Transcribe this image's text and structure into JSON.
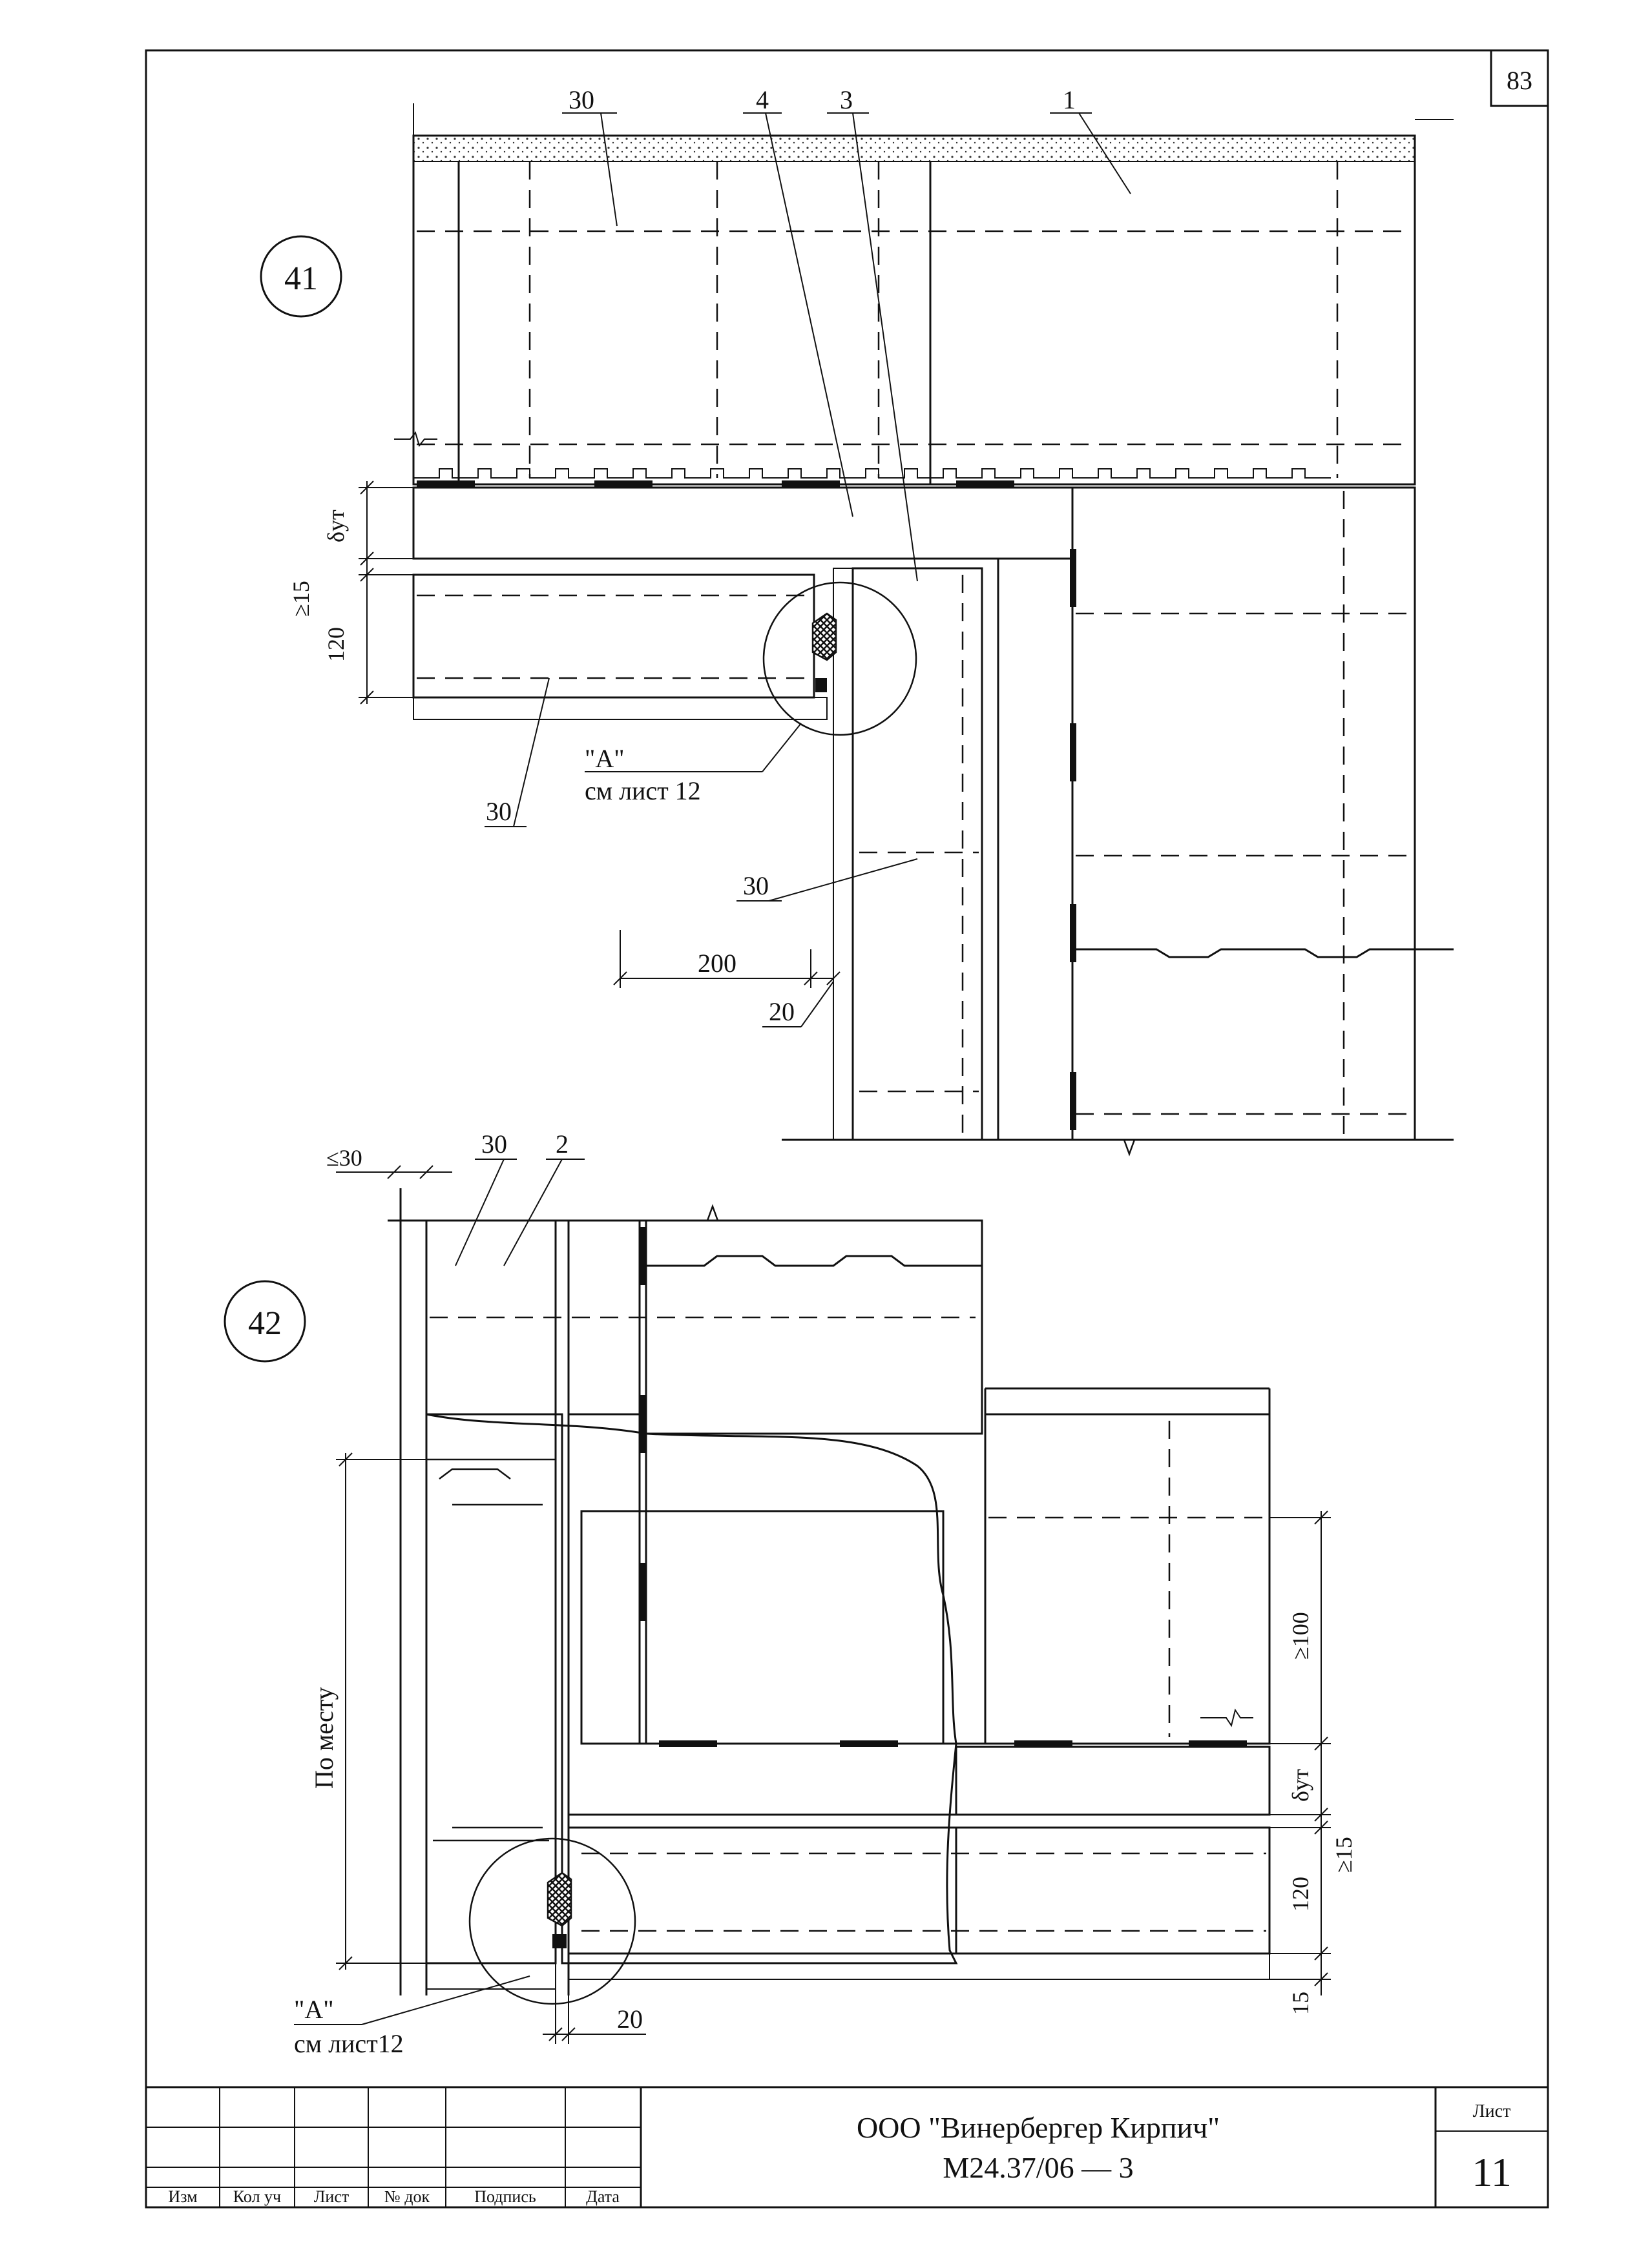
{
  "sheet": {
    "corner_number": "83",
    "sheet_label": "Лист",
    "sheet_number": "11",
    "company": "ООО \"Винербергер Кирпич\"",
    "doc_code": "М24.37/06 — 3"
  },
  "title_block": {
    "columns": [
      "Изм",
      "Кол уч",
      "Лист",
      "№ док",
      "Подпись",
      "Дата"
    ]
  },
  "detail41": {
    "number": "41",
    "leaders": {
      "l30_top": "30",
      "l4": "4",
      "l3": "3",
      "l1": "1",
      "l30_bottom": "30",
      "l30_right": "30"
    },
    "dims": {
      "insulation": "δут",
      "gap": "≥15",
      "block": "120",
      "width200": "200",
      "width20": "20"
    },
    "callout_a": "\"A\"",
    "callout_ref": "см  лист 12"
  },
  "detail42": {
    "number": "42",
    "leaders": {
      "l30": "30",
      "l2": "2"
    },
    "dims": {
      "le30": "≤30",
      "in_place": "По месту",
      "ge100": "≥100",
      "insulation": "δут",
      "gap": "≥15",
      "block": "120",
      "d15": "15",
      "d20": "20"
    },
    "callout_a": "\"A\"",
    "callout_ref": "см  лист12"
  }
}
